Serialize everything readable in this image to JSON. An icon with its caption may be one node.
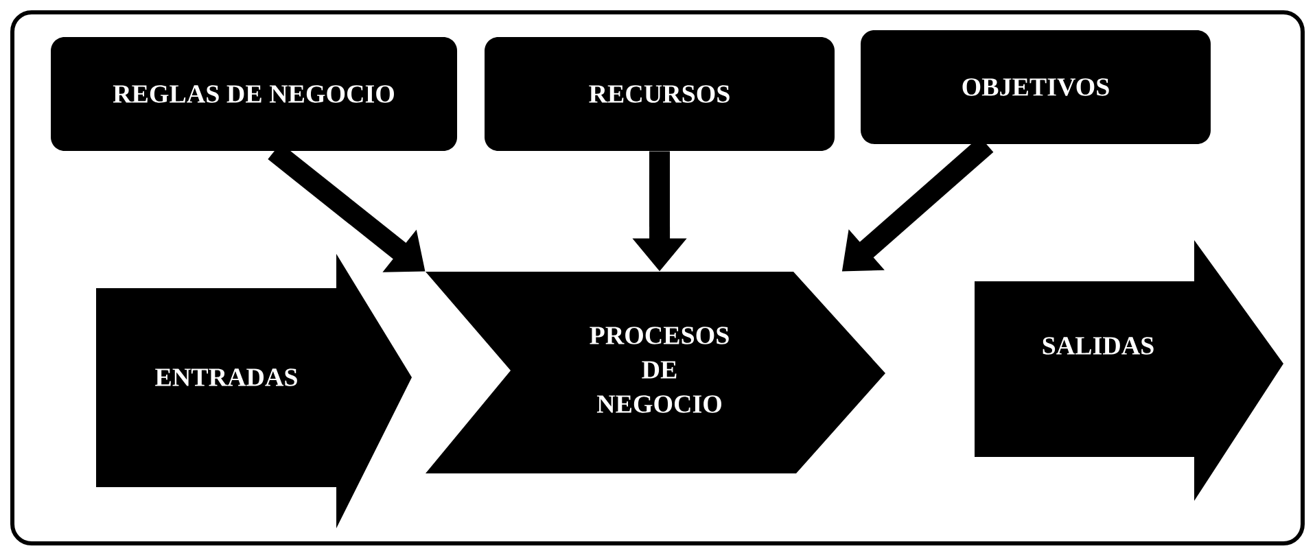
{
  "diagram": {
    "nodes": [
      {
        "text": [
          "REGLAS DE NEGOCIO"
        ]
      },
      {
        "text": [
          "RECURSOS"
        ]
      },
      {
        "text": [
          "OBJETIVOS"
        ]
      },
      {
        "text": [
          "ENTRADAS"
        ]
      },
      {
        "text": [
          "PROCESOS DE NEGOCIO"
        ]
      },
      {
        "text": [
          "SALIDAS"
        ]
      }
    ],
    "edges": [
      {
        "from": 0,
        "to": 4,
        "arrow": "to"
      },
      {
        "from": 1,
        "to": 4,
        "arrow": "to"
      },
      {
        "from": 2,
        "to": 4,
        "arrow": "to"
      }
    ]
  }
}
